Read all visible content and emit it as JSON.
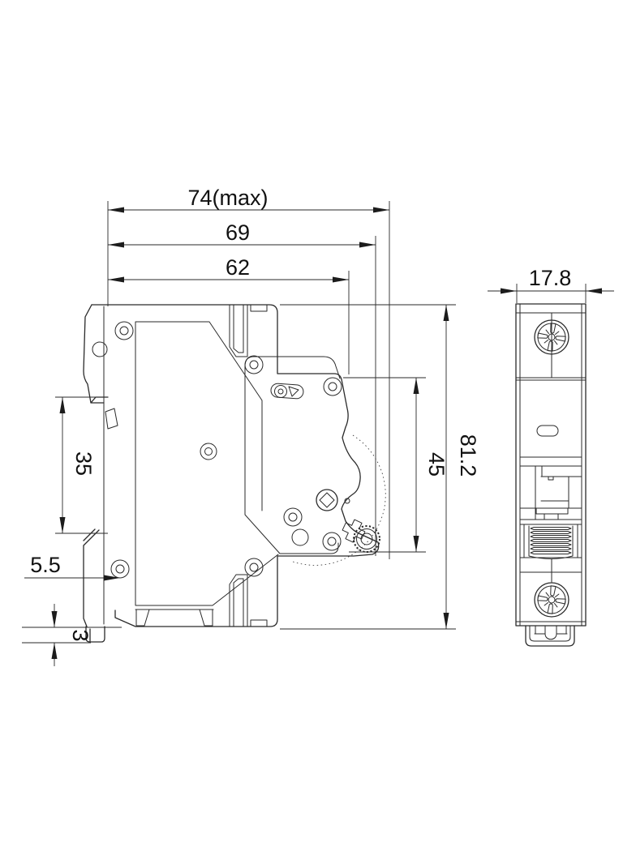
{
  "drawing": {
    "background": "#ffffff",
    "line_color": "#2a2a2a",
    "text_color": "#111111",
    "dimensions": {
      "overall_width_max": {
        "label": "74(max)"
      },
      "width_to_handle": {
        "label": "69"
      },
      "case_width": {
        "label": "62"
      },
      "module_depth": {
        "label": "17.8"
      },
      "overall_height": {
        "label": "81.2"
      },
      "mechanism_height": {
        "label": "45"
      },
      "din_slot_height": {
        "label": "35"
      },
      "clip_offset": {
        "label": "5.5"
      },
      "clip_depth": {
        "label": "3"
      }
    },
    "icons": {
      "screw_head": "pozidriv-screw-head-icon",
      "trip_gear": "trip-gear-icon",
      "shaft": "square-shaft-icon"
    }
  }
}
